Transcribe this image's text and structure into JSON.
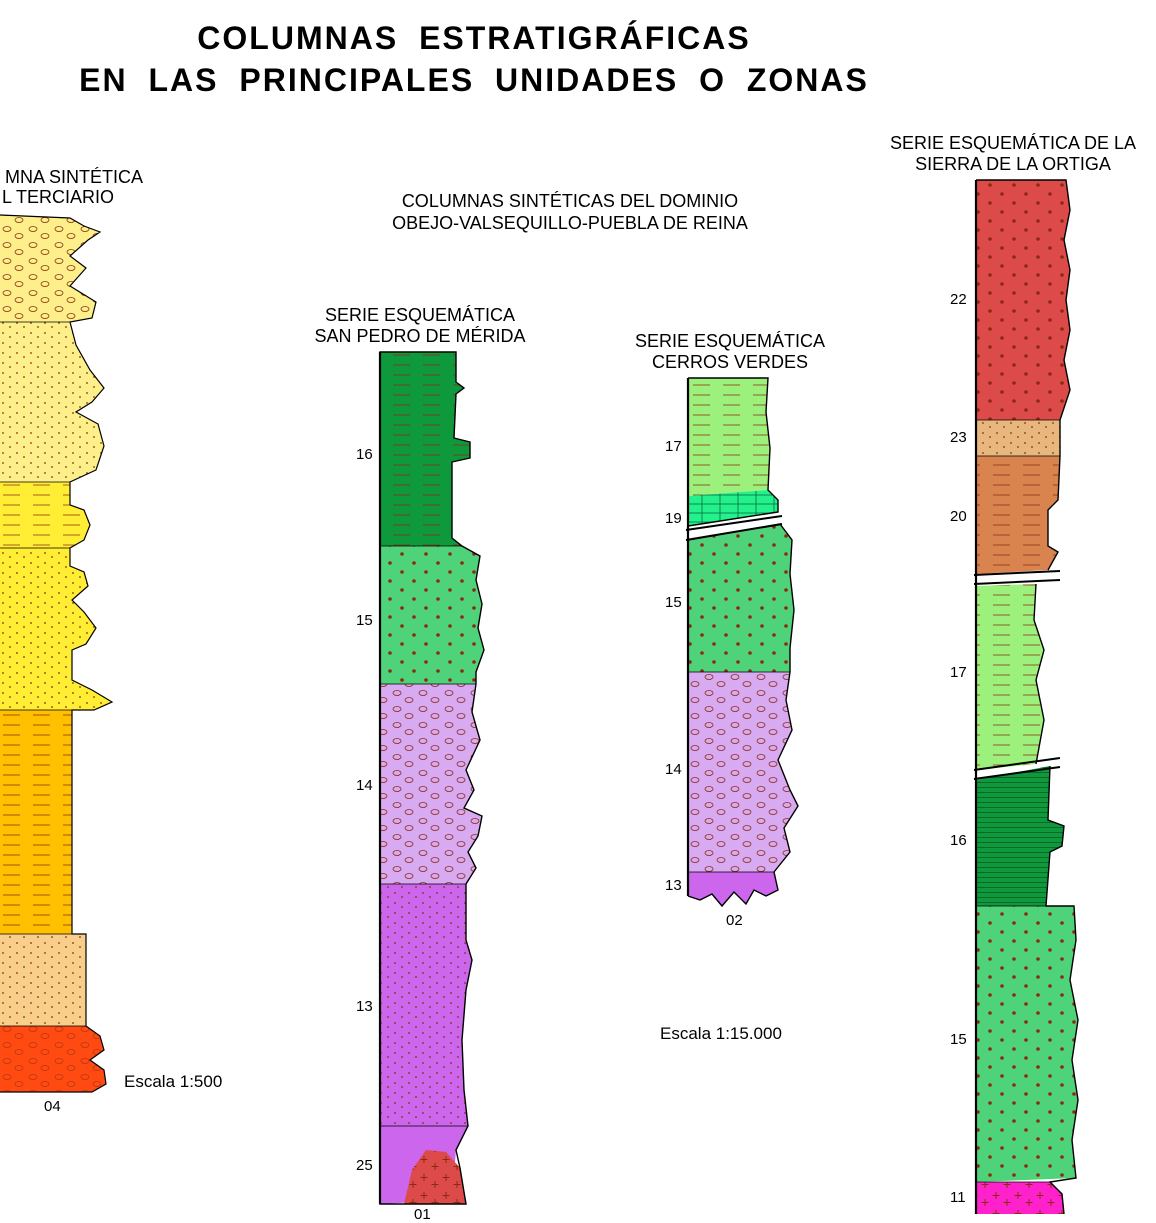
{
  "title": {
    "line1": "COLUMNAS ESTRATIGRÁFICAS",
    "line2": "EN LAS PRINCIPALES UNIDADES O ZONAS"
  },
  "terciario": {
    "heading_line1": "MNA SINTÉTICA",
    "heading_line2": "L TERCIARIO",
    "code": "04",
    "scale": "Escala 1:500"
  },
  "dominio": {
    "heading_line1": "COLUMNAS SINTÉTICAS DEL DOMINIO",
    "heading_line2": "OBEJO-VALSEQUILLO-PUEBLA DE REINA",
    "scale": "Escala 1:15.000"
  },
  "san_pedro": {
    "heading_line1": "SERIE ESQUEMÁTICA",
    "heading_line2": "SAN PEDRO DE MÉRIDA",
    "labels": [
      "16",
      "15",
      "14",
      "13",
      "25"
    ],
    "code": "01"
  },
  "cerros_verdes": {
    "heading_line1": "SERIE ESQUEMÁTICA",
    "heading_line2": "CERROS VERDES",
    "labels": [
      "17",
      "19",
      "15",
      "14",
      "13"
    ],
    "code": "02"
  },
  "ortiga": {
    "heading_line1": "SERIE ESQUEMÁTICA DE LA",
    "heading_line2": "SIERRA DE LA ORTIGA",
    "labels": [
      "22",
      "23",
      "20",
      "17",
      "16",
      "15",
      "11"
    ]
  },
  "colors": {
    "yellow_pale": "#fdf08a",
    "yellow": "#ffee33",
    "orange_yellow": "#ffc000",
    "tan": "#f7cf8a",
    "red_orange": "#ff4a12",
    "dark_green": "#0e9a3c",
    "medium_green": "#4fd37a",
    "light_green": "#9cf07c",
    "mint_green": "#23f28c",
    "lavender": "#d7aaf2",
    "purple": "#cc66ec",
    "red": "#dd4a4a",
    "brown_orange": "#d9834f",
    "light_tan": "#e7b77e",
    "magenta": "#ff22cc",
    "dot_color": "#8b2a0f"
  }
}
